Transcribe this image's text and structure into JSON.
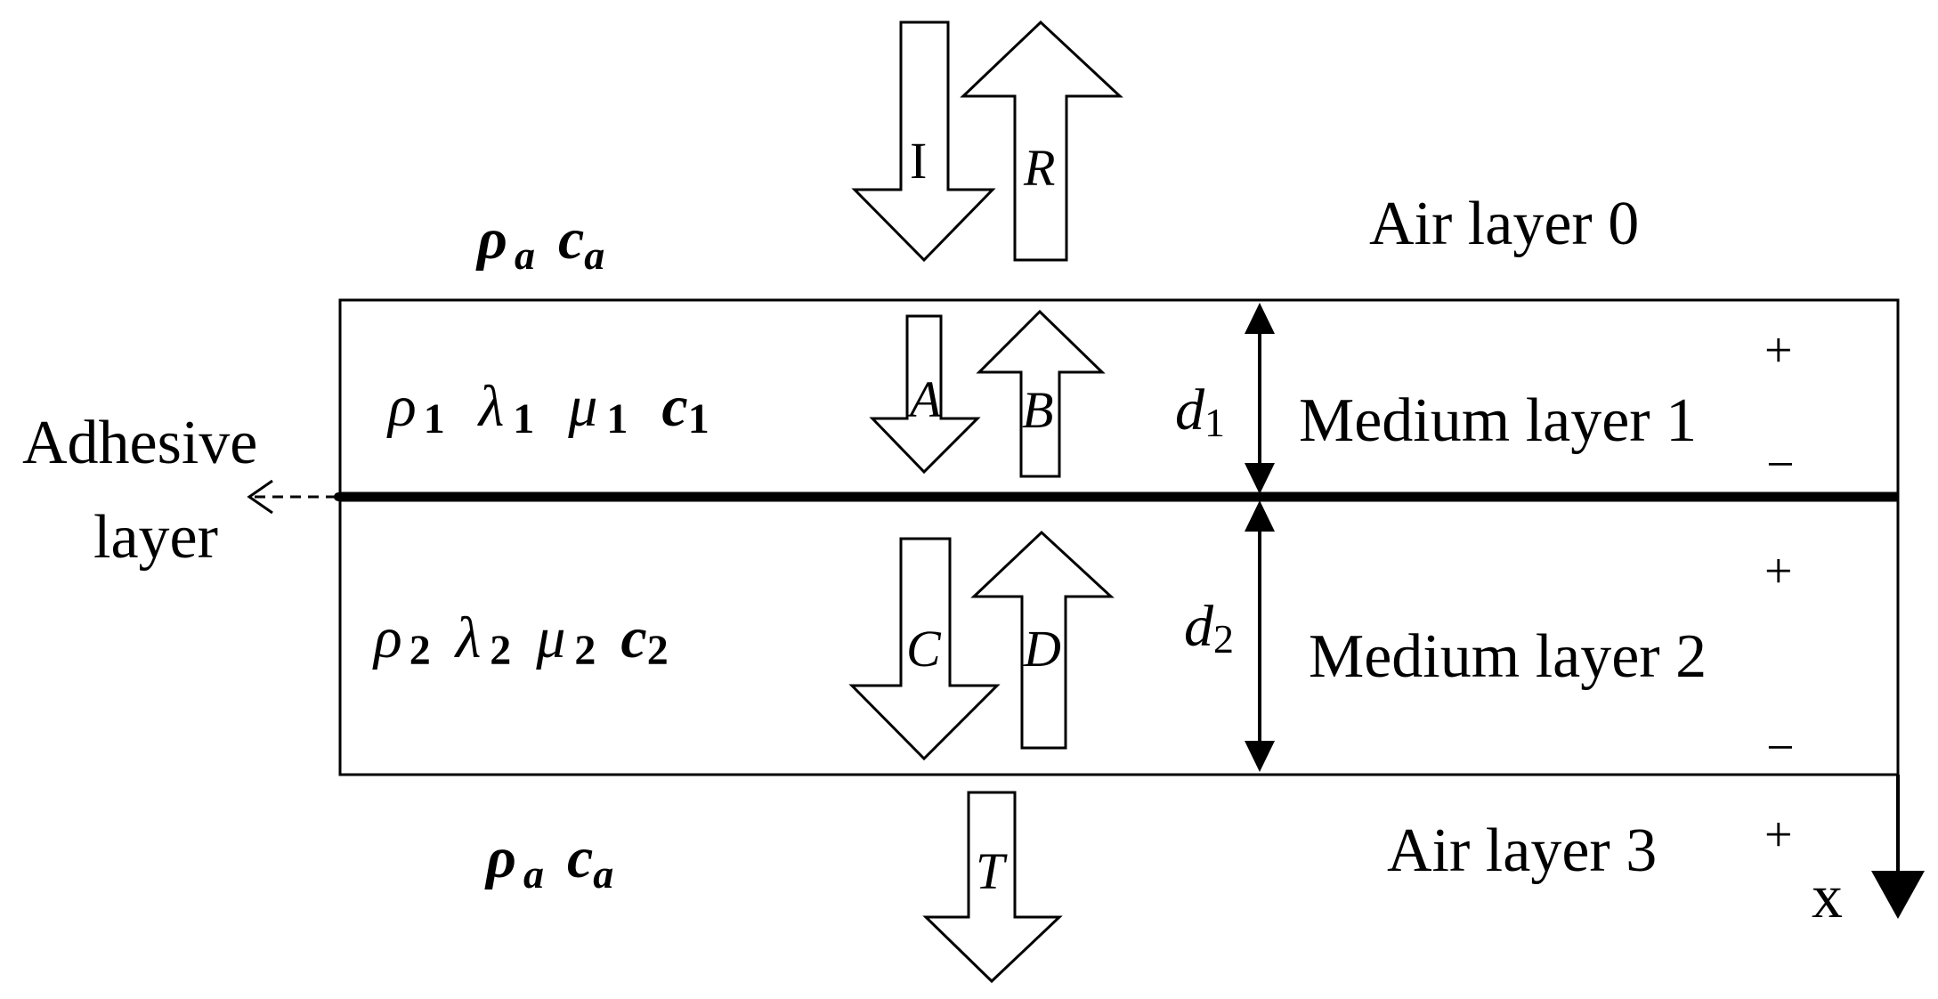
{
  "layers": {
    "air0": "Air layer 0",
    "medium1": "Medium layer 1",
    "medium2": "Medium layer 2",
    "air3": "Air layer 3",
    "adhesive_line1": "Adhesive",
    "adhesive_line2": "layer"
  },
  "air_top_params": {
    "rho": "ρ",
    "rho_sub": "a",
    "c": "c",
    "c_sub": "a"
  },
  "air_bottom_params": {
    "rho": "ρ",
    "rho_sub": "a",
    "c": "c",
    "c_sub": "a"
  },
  "medium1_params": {
    "rho": "ρ",
    "rho_sub": "1",
    "lambda": "λ",
    "lambda_sub": "1",
    "mu": "μ",
    "mu_sub": "1",
    "c": "c",
    "c_sub": "1"
  },
  "medium2_params": {
    "rho": "ρ",
    "rho_sub": "2",
    "lambda": "λ",
    "lambda_sub": "2",
    "mu": "μ",
    "mu_sub": "2",
    "c": "c",
    "c_sub": "2"
  },
  "waves": {
    "incident": "I",
    "reflected": "R",
    "a": "A",
    "b": "B",
    "c": "C",
    "d": "D",
    "transmitted": "T"
  },
  "thickness": {
    "d1": "d",
    "d1_sub": "1",
    "d2": "d",
    "d2_sub": "2"
  },
  "signs": {
    "m1_top": "+",
    "m1_bottom": "−",
    "m2_top": "+",
    "m2_bottom": "−",
    "air3_top": "+"
  },
  "axis": {
    "label": "x"
  }
}
